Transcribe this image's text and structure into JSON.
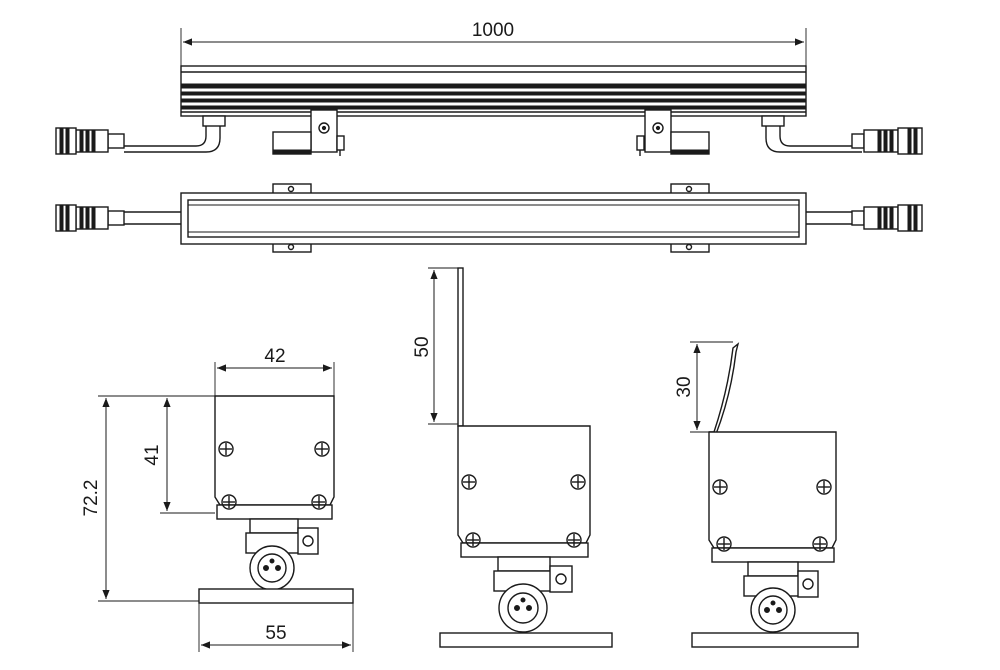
{
  "dimensions": {
    "length_total": "1000",
    "bracket_width": "42",
    "bracket_height": "41",
    "total_height": "72.2",
    "base_width": "55",
    "extended_bracket": "50",
    "curved_bracket": "30"
  },
  "colors": {
    "line": "#1a1a1a",
    "background": "#ffffff"
  }
}
